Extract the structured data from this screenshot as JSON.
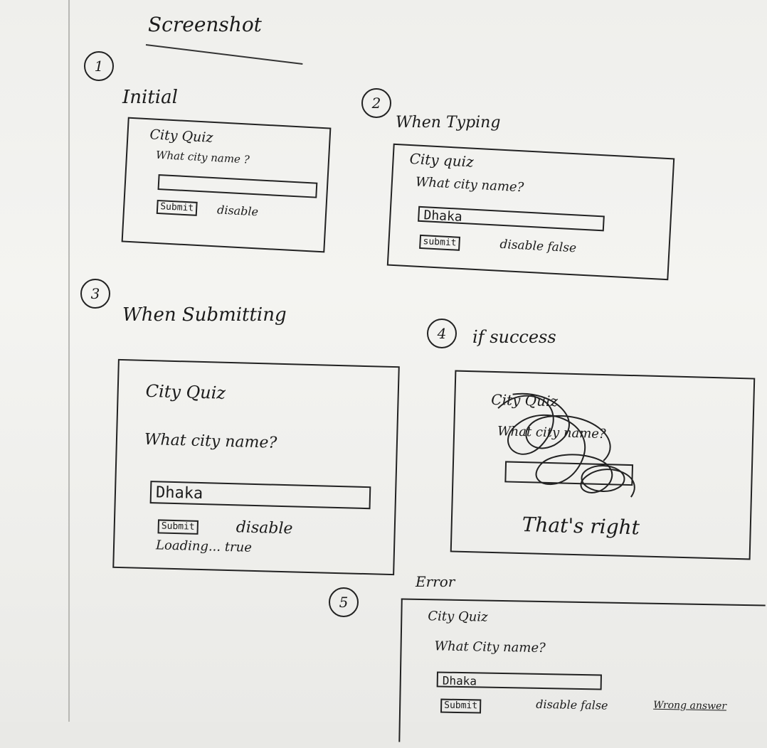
{
  "page_title": "Screenshot",
  "sketches": [
    {
      "number": "1",
      "heading": "Initial",
      "app_title": "City Quiz",
      "question": "What city name ?",
      "input_value": "",
      "submit_label": "Submit",
      "status_note": "disable"
    },
    {
      "number": "2",
      "heading": "When Typing",
      "app_title": "City quiz",
      "question": "What city name?",
      "input_value": "Dhaka",
      "submit_label": "submit",
      "status_note": "disable false"
    },
    {
      "number": "3",
      "heading": "When Submitting",
      "app_title": "City Quiz",
      "question": "What city name?",
      "input_value": "Dhaka",
      "submit_label": "Submit",
      "status_note": "disable",
      "loading_note": "Loading... true"
    },
    {
      "number": "4",
      "heading": "if success",
      "app_title": "City Quiz",
      "question": "What city name?",
      "result_message": "That's right"
    },
    {
      "number": "5",
      "heading": "Error",
      "app_title": "City Quiz",
      "question": "What City name?",
      "input_value": "Dhaka",
      "submit_label": "Submit",
      "status_note": "disable false",
      "error_note": "Wrong answer"
    }
  ]
}
